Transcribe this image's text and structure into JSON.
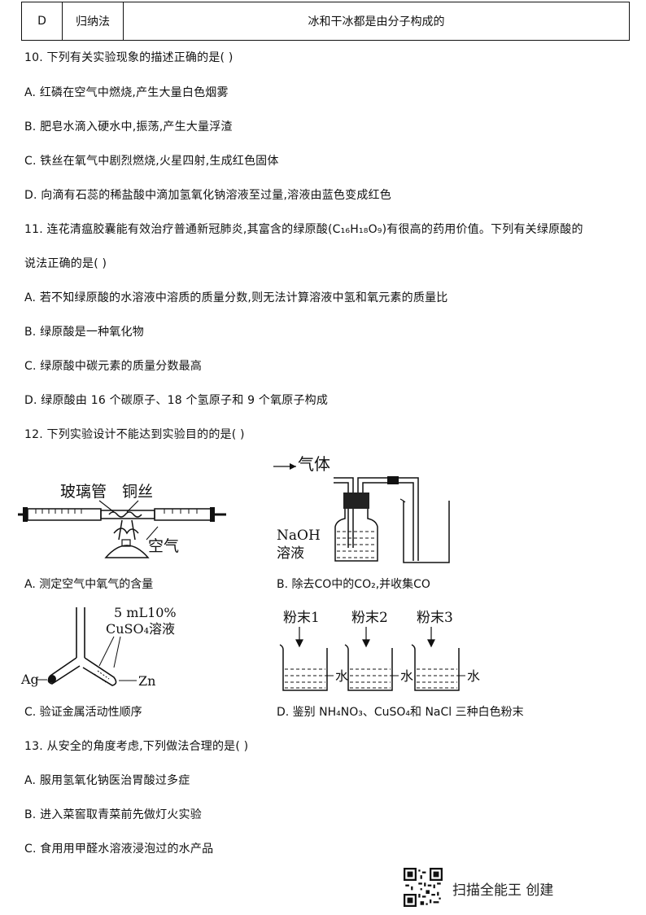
{
  "table_row": {
    "option": "D",
    "method": "归纳法",
    "content": "冰和干冰都是由分子构成的"
  },
  "q10": {
    "stem": "10. 下列有关实验现象的描述正确的是(      )",
    "a": "A. 红磷在空气中燃烧,产生大量白色烟雾",
    "b": "B. 肥皂水滴入硬水中,振荡,产生大量浮渣",
    "c": "C. 铁丝在氧气中剧烈燃烧,火星四射,生成红色固体",
    "d": "D. 向滴有石蕊的稀盐酸中滴加氢氧化钠溶液至过量,溶液由蓝色变成红色"
  },
  "q11": {
    "stem_1": "11. 连花清瘟胶囊能有效治疗普通新冠肺炎,其富含的绿原酸(C₁₆H₁₈O₉)有很高的药用价值。下列有关绿原酸的",
    "stem_2": "说法正确的是(      )",
    "a": "A. 若不知绿原酸的水溶液中溶质的质量分数,则无法计算溶液中氢和氧元素的质量比",
    "b": "B. 绿原酸是一种氧化物",
    "c": "C. 绿原酸中碳元素的质量分数最高",
    "d": "D. 绿原酸由 16 个碳原子、18 个氢原子和 9 个氧原子构成"
  },
  "q12": {
    "stem": "12. 下列实验设计不能达到实验目的的是(      )",
    "fig_a": {
      "label_glass": "玻璃管",
      "label_copper": "铜丝",
      "label_air": "空气",
      "caption": "A. 测定空气中氧气的含量"
    },
    "fig_b": {
      "label_gas": "气体",
      "label_naoh": "NaOH",
      "label_solution": "溶液",
      "caption": "B. 除去CO中的CO₂,并收集CO"
    },
    "fig_c": {
      "label_reagent_1": "5 mL10%",
      "label_reagent_2": "CuSO₄溶液",
      "label_ag": "Ag",
      "label_zn": "Zn",
      "caption": "C. 验证金属活动性顺序"
    },
    "fig_d": {
      "powder_1": "粉末1",
      "powder_2": "粉末2",
      "powder_3": "粉末3",
      "water": "水",
      "caption": "D. 鉴别 NH₄NO₃、CuSO₄和  NaCl 三种白色粉末"
    }
  },
  "q13": {
    "stem": "13. 从安全的角度考虑,下列做法合理的是(      )",
    "a": "A. 服用氢氧化钠医治胃酸过多症",
    "b": "B. 进入菜窖取青菜前先做灯火实验",
    "c": "C. 食用用甲醛水溶液浸泡过的水产品"
  },
  "footer": {
    "watermark": "扫描全能王  创建"
  }
}
